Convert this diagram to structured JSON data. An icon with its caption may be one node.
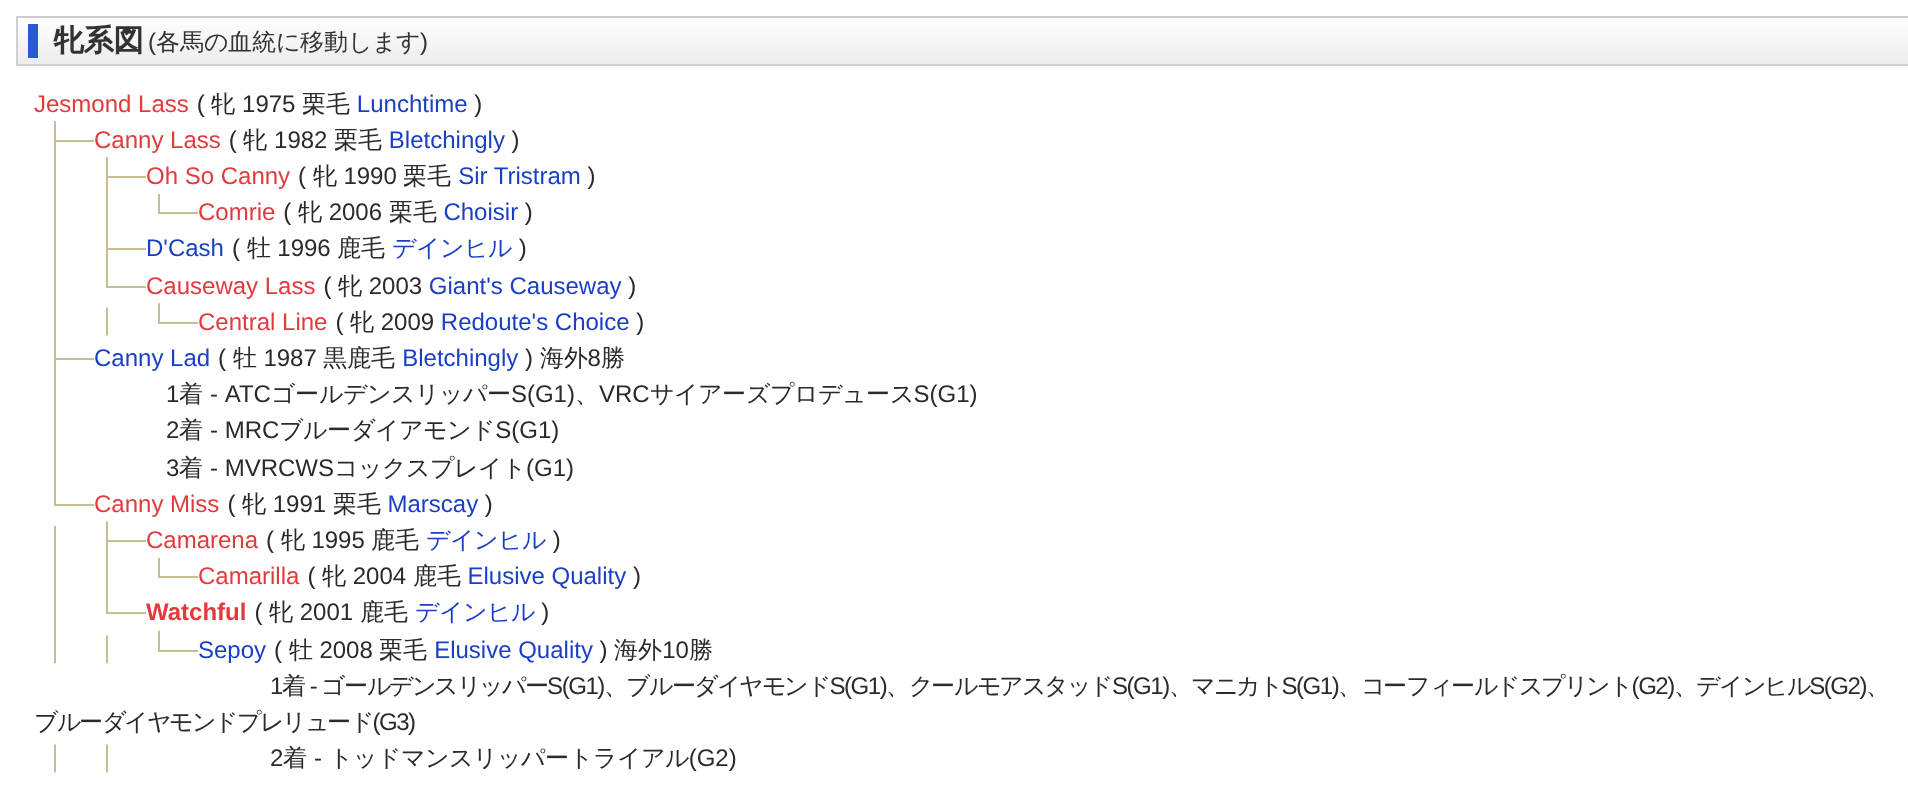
{
  "diagram": {
    "title": "牝系図",
    "nodes": [
      {
        "text": [
          "Jesmond Lass"
        ],
        "beside": [
          "( 牝 1975 栗毛",
          "Lunchtime",
          ")"
        ]
      },
      {
        "text": [
          "Canny Lass"
        ],
        "beside": [
          "( 牝 1982 栗毛",
          "Bletchingly",
          ")"
        ]
      },
      {
        "text": [
          "Oh So Canny"
        ],
        "beside": [
          "( 牝 1990 栗毛",
          "Sir Tristram",
          ")"
        ]
      },
      {
        "text": [
          "Comrie"
        ],
        "beside": [
          "( 牝 2006 栗毛",
          "Choisir",
          ")"
        ]
      },
      {
        "text": [
          "D'Cash"
        ],
        "beside": [
          "( 牡 1996 鹿毛",
          "デインヒル",
          ")"
        ]
      },
      {
        "text": [
          "Causeway Lass"
        ],
        "beside": [
          "( 牝 2003",
          "Giant's Causeway",
          ")"
        ]
      },
      {
        "text": [
          "Central Line"
        ],
        "beside": [
          "( 牝 2009",
          "Redoute's Choice",
          ")"
        ]
      },
      {
        "text": [
          "Canny Lad"
        ],
        "beside": [
          "( 牡 1987 黒鹿毛",
          "Bletchingly",
          ") 海外8勝"
        ]
      },
      {
        "text": [
          "Canny Miss"
        ],
        "beside": [
          "( 牝 1991 栗毛",
          "Marscay",
          ")"
        ]
      },
      {
        "text": [
          "Camarena"
        ],
        "beside": [
          "( 牝 1995 鹿毛",
          "デインヒル",
          ")"
        ]
      },
      {
        "text": [
          "Camarilla"
        ],
        "beside": [
          "( 牝 2004 鹿毛",
          "Elusive Quality",
          ")"
        ]
      },
      {
        "text": [
          "Watchful"
        ],
        "beside": [
          "( 牝 2001 鹿毛",
          "デインヒル",
          ")"
        ]
      },
      {
        "text": [
          "Sepoy"
        ],
        "beside": [
          "( 牡 2008 栗毛",
          "Elusive Quality",
          ") 海外10勝"
        ]
      }
    ],
    "edges": [
      {
        "from": 0,
        "to": 1,
        "arrow": "none"
      },
      {
        "from": 0,
        "to": 7,
        "arrow": "none"
      },
      {
        "from": 0,
        "to": 8,
        "arrow": "none"
      },
      {
        "from": 1,
        "to": 2,
        "arrow": "none"
      },
      {
        "from": 1,
        "to": 4,
        "arrow": "none"
      },
      {
        "from": 1,
        "to": 5,
        "arrow": "none"
      },
      {
        "from": 2,
        "to": 3,
        "arrow": "none"
      },
      {
        "from": 5,
        "to": 6,
        "arrow": "none"
      },
      {
        "from": 8,
        "to": 9,
        "arrow": "none"
      },
      {
        "from": 8,
        "to": 11,
        "arrow": "none"
      },
      {
        "from": 9,
        "to": 10,
        "arrow": "none"
      },
      {
        "from": 11,
        "to": 12,
        "arrow": "none"
      }
    ],
    "labels": [
      "(各馬の血統に移動します)",
      "1着 - ATCゴールデンスリッパーS(G1)、VRCサイアーズプロデュースS(G1)",
      "2着 - MRCブルーダイアモンドS(G1)",
      "3着 - MVRCWSコックスプレイト(G1)",
      "1着 - ゴールデンスリッパーS(G1)、ブルーダイヤモンドS(G1)、クールモアスタッドS(G1)、マニカトS(G1)、コーフィールドスプリント(G2)、デインヒルS(G2)、ブルーダイヤモンドプレリュード(G3)",
      "2着 - トッドマンスリッパートライアル(G2)"
    ]
  }
}
